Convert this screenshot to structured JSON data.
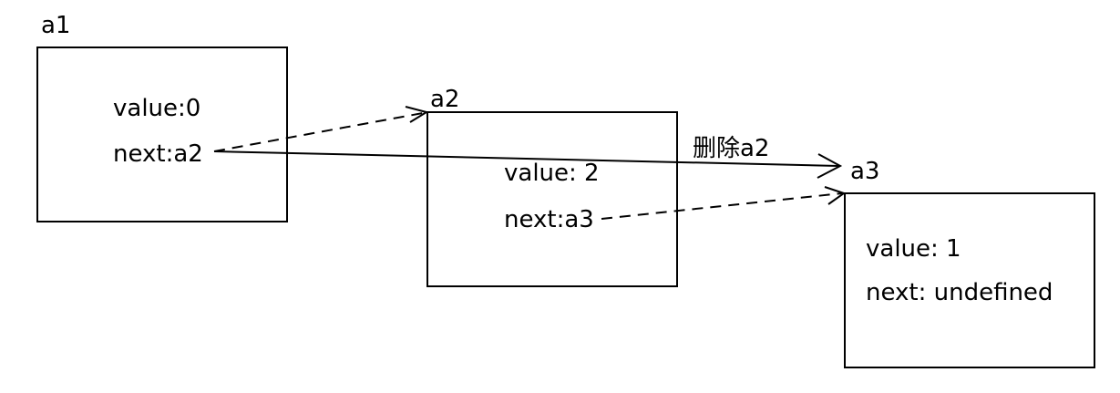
{
  "nodes": {
    "a1": {
      "name": "a1",
      "value_text": "value:0",
      "next_text": "next:a2"
    },
    "a2": {
      "name": "a2",
      "value_text": "value: 2",
      "next_text": "next:a3"
    },
    "a3": {
      "name": "a3",
      "value_text": "value: 1",
      "next_text": "next: undefined"
    }
  },
  "edges": {
    "delete_label": "删除a2"
  },
  "colors": {
    "stroke": "#000000",
    "background": "#ffffff"
  }
}
